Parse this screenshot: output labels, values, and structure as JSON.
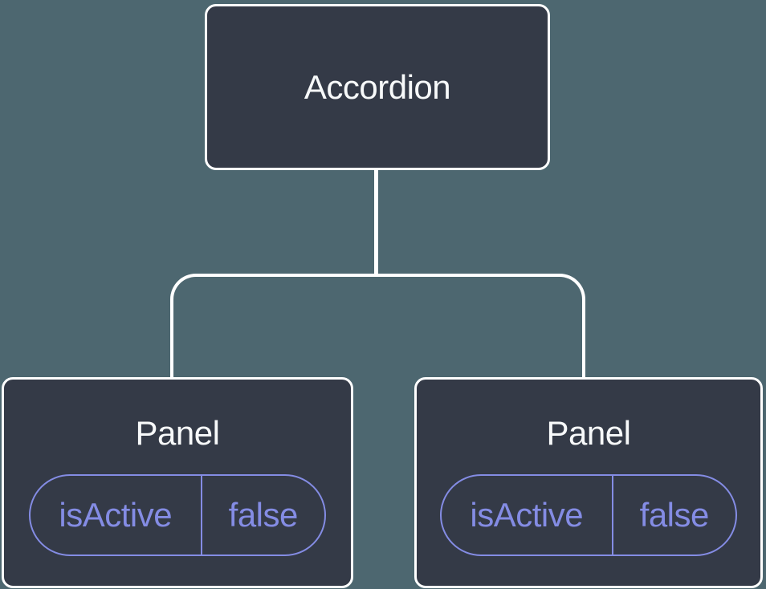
{
  "diagram": {
    "type": "component-tree",
    "background_color": "#4D6770",
    "node_fill_color": "#343A47",
    "node_border_color": "#FFFFFF",
    "connector_color": "#FFFFFF",
    "state_accent_color": "#848CE4",
    "title_text_color": "#F7F9FA",
    "root": {
      "label": "Accordion"
    },
    "panels": [
      {
        "title": "Panel",
        "state": {
          "name": "isActive",
          "value": "false"
        }
      },
      {
        "title": "Panel",
        "state": {
          "name": "isActive",
          "value": "false"
        }
      }
    ]
  }
}
